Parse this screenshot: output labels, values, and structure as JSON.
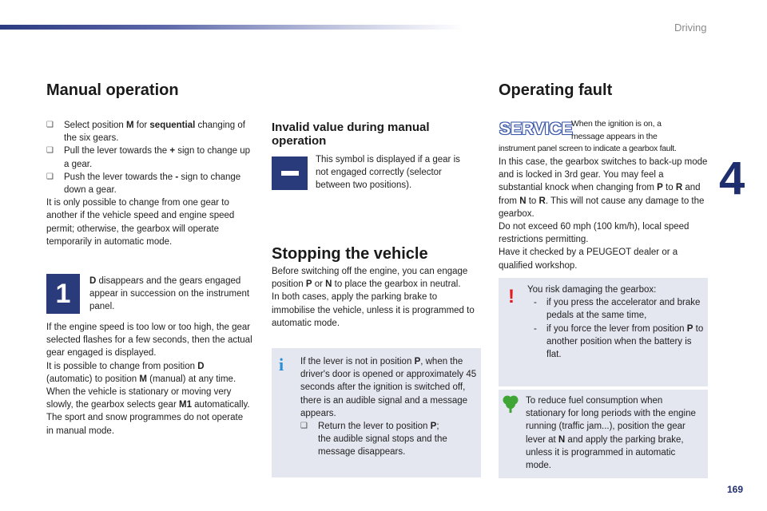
{
  "header": {
    "section": "Driving",
    "chapter": "4",
    "page": "169"
  },
  "manual": {
    "title": "Manual operation",
    "b1_a": "Select position ",
    "b1_m": "M",
    "b1_b": " for ",
    "b1_seq": "sequential",
    "b1_c": " changing of the six gears.",
    "b2_a": "Pull the lever towards the ",
    "b2_plus": "+",
    "b2_b": " sign to change up a gear.",
    "b3_a": "Push the lever towards the ",
    "b3_minus": "-",
    "b3_b": " sign to change down a gear.",
    "p1": "It is only possible to change from one gear to another if the vehicle speed and engine speed permit; otherwise, the gearbox will operate temporarily in automatic mode.",
    "step_num": "1",
    "step_d": "D",
    "step_text": " disappears and the gears engaged appear in succession on the instrument panel.",
    "p2": "If the engine speed is too low or too high, the gear selected flashes for a few seconds, then the actual gear engaged is displayed.",
    "p3_a": "It is possible to change from position ",
    "p3_d": "D",
    "p3_b": " (automatic) to position ",
    "p3_m": "M",
    "p3_c": " (manual) at any time.",
    "p4_a": "When the vehicle is stationary or moving very slowly, the gearbox selects gear ",
    "p4_m1": "M1",
    "p4_b": " automatically.",
    "p5": "The sport and snow programmes do not operate in manual mode.",
    "bullet_glyph": "❑"
  },
  "invalid": {
    "title": "Invalid value during manual operation",
    "text": "This symbol is displayed if a gear is not engaged correctly (selector between two positions)."
  },
  "stopping": {
    "title": "Stopping the vehicle",
    "p1_a": "Before switching off the engine, you can engage position ",
    "p1_p": "P",
    "p1_or": " or ",
    "p1_n": "N",
    "p1_b": " to place the gearbox in neutral.",
    "p2": "In both cases, apply the parking brake to immobilise the vehicle, unless it is programmed to automatic mode."
  },
  "info": {
    "icon": "i",
    "t_a": "If the lever is not in position ",
    "t_p": "P",
    "t_b": ", when the driver's door is opened or approximately 45 seconds after the ignition is switched off, there is an audible signal and a message appears.",
    "b_a": "Return the lever to position ",
    "b_p": "P",
    "b_b": ";",
    "b_c": "the audible signal stops and the message disappears."
  },
  "fault": {
    "title": "Operating fault",
    "service_label": "SERVICE",
    "s1": "When the ignition is on, a message appears in the",
    "s2": "instrument panel screen to indicate a gearbox fault.",
    "p1_a": "In this case, the gearbox switches to back-up mode and is locked in 3rd gear. You may feel a substantial knock when changing from ",
    "p1_p": "P",
    "p1_b": " to ",
    "p1_r": "R",
    "p1_c": " and from ",
    "p1_n": "N",
    "p1_d": " to ",
    "p1_r2": "R",
    "p1_e": ". This will not cause any damage to the gearbox.",
    "p2": "Do not exceed 60 mph (100 km/h), local speed restrictions permitting.",
    "p3": "Have it checked by a PEUGEOT dealer or a qualified workshop."
  },
  "warning": {
    "icon": "!",
    "t": "You risk damaging the gearbox:",
    "d1": "if you press the accelerator and brake pedals at the same time,",
    "d2_a": "if you force the lever from position ",
    "d2_p": "P",
    "d2_b": " to another position when the battery is flat.",
    "dash": "-"
  },
  "eco": {
    "t_a": "To reduce fuel consumption when stationary for long periods with the engine running (traffic jam...), position the gear lever at ",
    "t_n": "N",
    "t_b": " and apply the parking brake, unless it is programmed in automatic mode."
  },
  "colors": {
    "accent": "#2a3b7c",
    "panel": "#e4e6f0",
    "info": "#2a8fd6",
    "warn": "#e11b22",
    "eco": "#3fa535"
  }
}
